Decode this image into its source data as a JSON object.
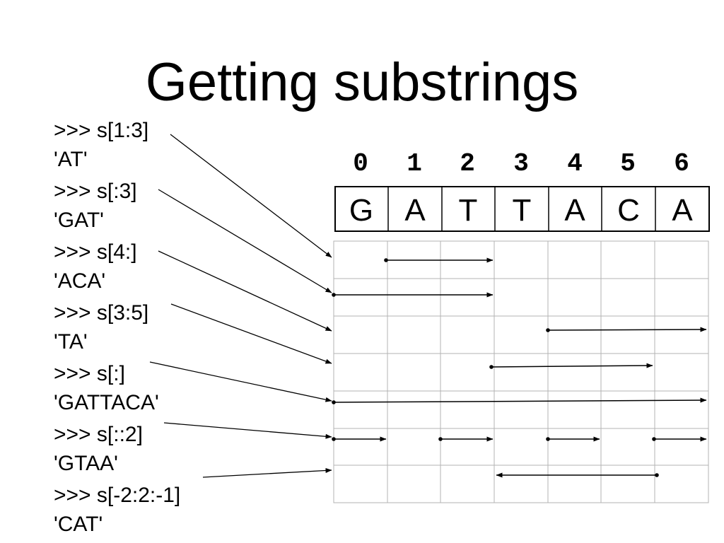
{
  "slide": {
    "title": "Getting substrings"
  },
  "sequence": {
    "indices": [
      "0",
      "1",
      "2",
      "3",
      "4",
      "5",
      "6"
    ],
    "letters": [
      "G",
      "A",
      "T",
      "T",
      "A",
      "C",
      "A"
    ]
  },
  "examples": [
    {
      "code": ">>> s[1:3]",
      "result": "'AT'"
    },
    {
      "code": ">>> s[:3]",
      "result": "'GAT'"
    },
    {
      "code": ">>> s[4:]",
      "result": "'ACA'"
    },
    {
      "code": ">>> s[3:5]",
      "result": "'TA'"
    },
    {
      "code": ">>> s[:]",
      "result": "'GATTACA'"
    },
    {
      "code": ">>> s[::2]",
      "result": "'GTAA'"
    },
    {
      "code": ">>> s[-2:2:-1]",
      "result": "'CAT'"
    }
  ],
  "colors": {
    "text": "#000000",
    "grid": "#b3b3b3",
    "arrow": "#000000",
    "background": "#ffffff"
  }
}
